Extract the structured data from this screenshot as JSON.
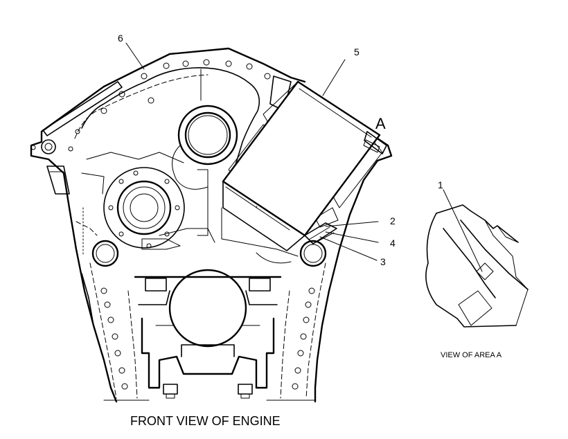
{
  "callouts": {
    "c1": "1",
    "c2": "2",
    "c3": "3",
    "c4": "4",
    "c5": "5",
    "c6": "6"
  },
  "area_marker": "A",
  "captions": {
    "front_view": "FRONT VIEW OF ENGINE",
    "view_area_a": "VIEW OF AREA A"
  }
}
